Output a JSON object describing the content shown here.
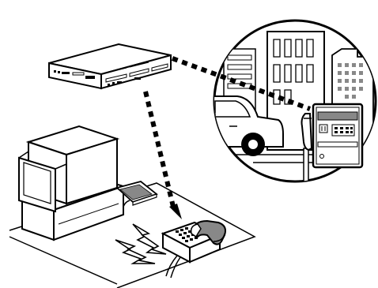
{
  "illustration": {
    "ink_color": "#000000",
    "paper_color": "#ffffff",
    "shade_color": "#9a9a9a",
    "elements": [
      "network-device-unit",
      "desktop-computer",
      "keyboard",
      "office-telephone",
      "wireless-signal",
      "dotted-connection",
      "street-scene-circle",
      "building",
      "vehicle",
      "public-payphone"
    ]
  }
}
